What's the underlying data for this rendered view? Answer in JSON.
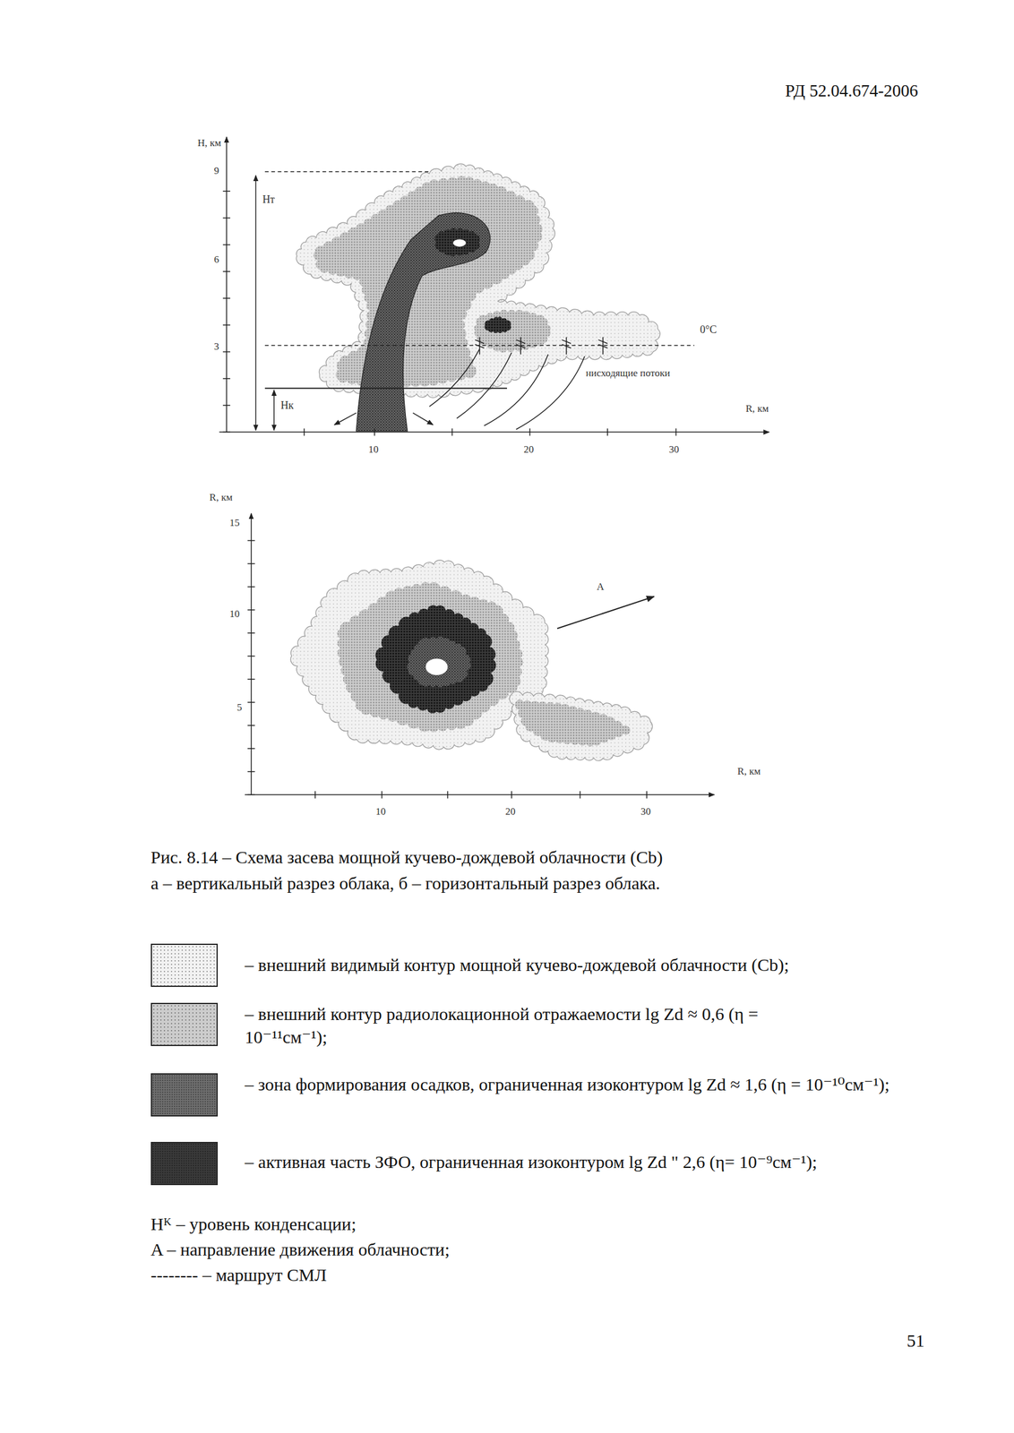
{
  "diagram": {
    "caption": "Рис. 8.14 – Схема засева мощной кучево-дождевой облачности (Cb)",
    "labels": [
      "РД 52.04.674-2006",
      "H, км",
      "9",
      "6",
      "3",
      "Hт",
      "Hк",
      "0°C",
      "нисходящие потоки",
      "R, км",
      "10",
      "20",
      "30",
      "R, км",
      "15",
      "10",
      "5",
      "A",
      "R, км",
      "10",
      "20",
      "30",
      "а – вертикальный разрез облака, б – горизонтальный разрез облака.",
      "Hᴷ – уровень конденсации;",
      "A – направление движения облачности;",
      "-------- – маршрут СМЛ",
      "51"
    ],
    "legend": [
      {
        "text": "– внешний видимый контур мощной кучево-дождевой облачности (Cb);",
        "color": "#f2f2f2"
      },
      {
        "text": "– внешний контур радиолокационной отражаемости lg Zd ≈ 0,6 (η = 10⁻¹¹см⁻¹);",
        "color": "#cccccc"
      },
      {
        "text": "– зона формирования осадков, ограниченная изоконтуром lg Zd ≈ 1,6 (η = 10⁻¹⁰см⁻¹);",
        "color": "#6e6e6e"
      },
      {
        "text": "– активная часть ЗФО, ограниченная изоконтуром lg Zd \" 2,6 (η= 10⁻⁹см⁻¹);",
        "color": "#3a3a3a"
      }
    ]
  }
}
